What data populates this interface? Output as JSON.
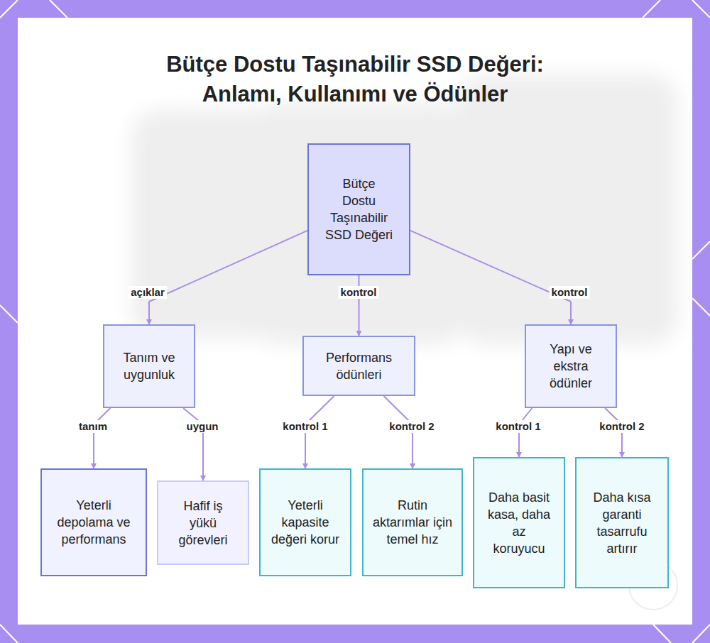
{
  "diagram": {
    "title": "Bütçe Dostu Taşınabilir SSD Değeri: Anlamı, Kullanımı ve Ödünler",
    "nodes": [
      {
        "text": [
          "Bütçe Dostu Taşınabilir SSD Değeri"
        ]
      },
      {
        "text": [
          "Tanım ve uygunluk"
        ]
      },
      {
        "text": [
          "Performans ödünleri"
        ]
      },
      {
        "text": [
          "Yapı ve ekstra ödünler"
        ]
      },
      {
        "text": [
          "Yeterli depolama ve performans"
        ]
      },
      {
        "text": [
          "Hafif iş yükü görevleri"
        ]
      },
      {
        "text": [
          "Yeterli kapasite değeri korur"
        ]
      },
      {
        "text": [
          "Rutin aktarımlar için temel hız"
        ]
      },
      {
        "text": [
          "Daha basit kasa, daha az koruyucu"
        ]
      },
      {
        "text": [
          "Daha kısa garanti tasarrufu artırır"
        ]
      }
    ],
    "edges": [
      {
        "from": 0,
        "to": 1,
        "label": "açıklar",
        "arrow": "to"
      },
      {
        "from": 0,
        "to": 2,
        "label": "kontrol",
        "arrow": "to"
      },
      {
        "from": 0,
        "to": 3,
        "label": "kontrol",
        "arrow": "to"
      },
      {
        "from": 1,
        "to": 4,
        "label": "tanım",
        "arrow": "to"
      },
      {
        "from": 1,
        "to": 5,
        "label": "uygun",
        "arrow": "to"
      },
      {
        "from": 2,
        "to": 6,
        "label": "kontrol 1",
        "arrow": "to"
      },
      {
        "from": 2,
        "to": 7,
        "label": "kontrol 2",
        "arrow": "to"
      },
      {
        "from": 3,
        "to": 8,
        "label": "kontrol 1",
        "arrow": "to"
      },
      {
        "from": 3,
        "to": 9,
        "label": "kontrol 2",
        "arrow": "to"
      }
    ]
  }
}
